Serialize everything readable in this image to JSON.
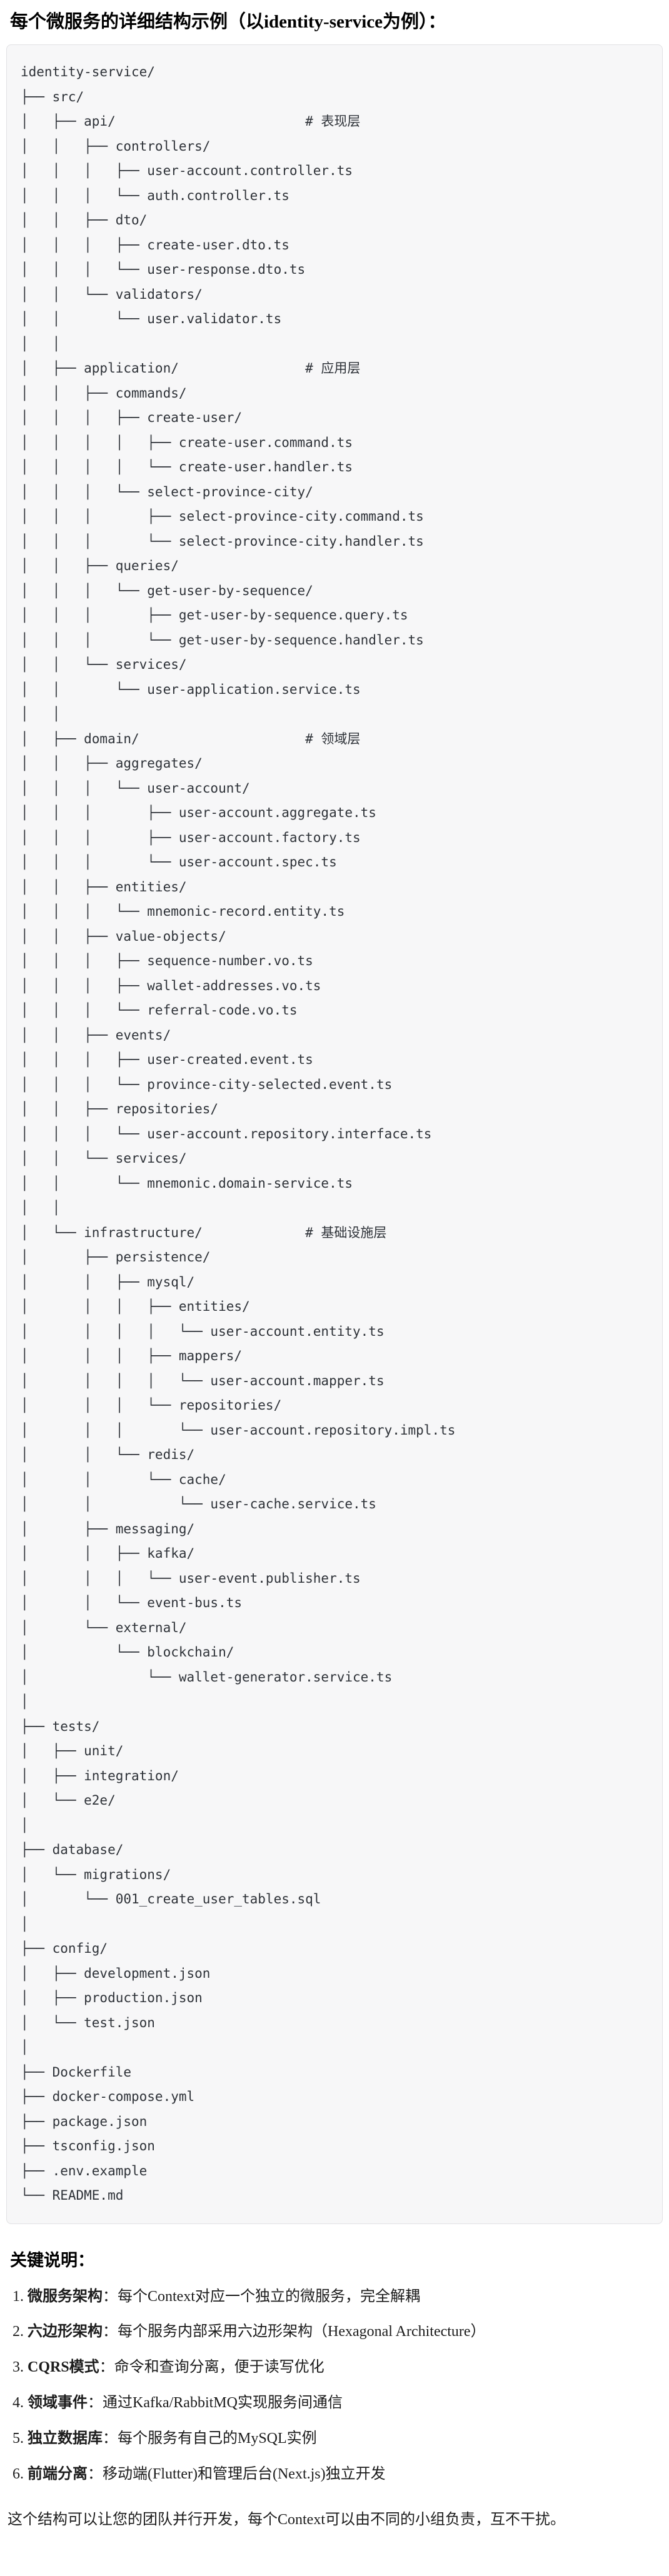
{
  "title": "每个微服务的详细结构示例（以identity-service为例）：",
  "tree": {
    "lines": [
      "identity-service/",
      "├── src/",
      "│   ├── api/                        # 表现层",
      "│   │   ├── controllers/",
      "│   │   │   ├── user-account.controller.ts",
      "│   │   │   └── auth.controller.ts",
      "│   │   ├── dto/",
      "│   │   │   ├── create-user.dto.ts",
      "│   │   │   └── user-response.dto.ts",
      "│   │   └── validators/",
      "│   │       └── user.validator.ts",
      "│   │",
      "│   ├── application/                # 应用层",
      "│   │   ├── commands/",
      "│   │   │   ├── create-user/",
      "│   │   │   │   ├── create-user.command.ts",
      "│   │   │   │   └── create-user.handler.ts",
      "│   │   │   └── select-province-city/",
      "│   │   │       ├── select-province-city.command.ts",
      "│   │   │       └── select-province-city.handler.ts",
      "│   │   ├── queries/",
      "│   │   │   └── get-user-by-sequence/",
      "│   │   │       ├── get-user-by-sequence.query.ts",
      "│   │   │       └── get-user-by-sequence.handler.ts",
      "│   │   └── services/",
      "│   │       └── user-application.service.ts",
      "│   │",
      "│   ├── domain/                     # 领域层",
      "│   │   ├── aggregates/",
      "│   │   │   └── user-account/",
      "│   │   │       ├── user-account.aggregate.ts",
      "│   │   │       ├── user-account.factory.ts",
      "│   │   │       └── user-account.spec.ts",
      "│   │   ├── entities/",
      "│   │   │   └── mnemonic-record.entity.ts",
      "│   │   ├── value-objects/",
      "│   │   │   ├── sequence-number.vo.ts",
      "│   │   │   ├── wallet-addresses.vo.ts",
      "│   │   │   └── referral-code.vo.ts",
      "│   │   ├── events/",
      "│   │   │   ├── user-created.event.ts",
      "│   │   │   └── province-city-selected.event.ts",
      "│   │   ├── repositories/",
      "│   │   │   └── user-account.repository.interface.ts",
      "│   │   └── services/",
      "│   │       └── mnemonic.domain-service.ts",
      "│   │",
      "│   └── infrastructure/             # 基础设施层",
      "│       ├── persistence/",
      "│       │   ├── mysql/",
      "│       │   │   ├── entities/",
      "│       │   │   │   └── user-account.entity.ts",
      "│       │   │   ├── mappers/",
      "│       │   │   │   └── user-account.mapper.ts",
      "│       │   │   └── repositories/",
      "│       │   │       └── user-account.repository.impl.ts",
      "│       │   └── redis/",
      "│       │       └── cache/",
      "│       │           └── user-cache.service.ts",
      "│       ├── messaging/",
      "│       │   ├── kafka/",
      "│       │   │   └── user-event.publisher.ts",
      "│       │   └── event-bus.ts",
      "│       └── external/",
      "│           └── blockchain/",
      "│               └── wallet-generator.service.ts",
      "│",
      "├── tests/",
      "│   ├── unit/",
      "│   ├── integration/",
      "│   └── e2e/",
      "│",
      "├── database/",
      "│   └── migrations/",
      "│       └── 001_create_user_tables.sql",
      "│",
      "├── config/",
      "│   ├── development.json",
      "│   ├── production.json",
      "│   └── test.json",
      "│",
      "├── Dockerfile",
      "├── docker-compose.yml",
      "├── package.json",
      "├── tsconfig.json",
      "├── .env.example",
      "└── README.md"
    ]
  },
  "notes": {
    "heading": "关键说明：",
    "items": [
      {
        "num": "1. ",
        "term": "微服务架构",
        "desc": "：每个Context对应一个独立的微服务，完全解耦"
      },
      {
        "num": "2. ",
        "term": "六边形架构",
        "desc": "：每个服务内部采用六边形架构（Hexagonal Architecture）"
      },
      {
        "num": "3. ",
        "term": "CQRS模式",
        "desc": "：命令和查询分离，便于读写优化"
      },
      {
        "num": "4. ",
        "term": "领域事件",
        "desc": "：通过Kafka/RabbitMQ实现服务间通信"
      },
      {
        "num": "5. ",
        "term": "独立数据库",
        "desc": "：每个服务有自己的MySQL实例"
      },
      {
        "num": "6. ",
        "term": "前端分离",
        "desc": "：移动端(Flutter)和管理后台(Next.js)独立开发"
      }
    ],
    "footer": "这个结构可以让您的团队并行开发，每个Context可以由不同的小组负责，互不干扰。"
  },
  "colors": {
    "page_background": "#ffffff",
    "code_background": "#f7f7f8",
    "code_border": "#e1e1e4",
    "code_text": "#2e3238",
    "heading_text": "#000000",
    "body_text": "#1c1c1c"
  }
}
